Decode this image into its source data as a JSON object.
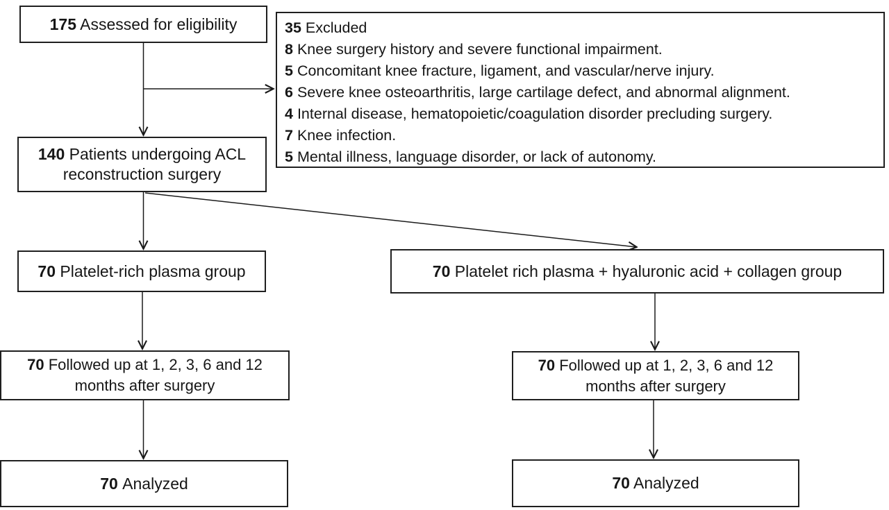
{
  "figure": {
    "type": "consort-flow-diagram",
    "background": "#ffffff",
    "line_color": "#1a1a1a"
  },
  "flow": {
    "assessed": {
      "count": "175",
      "label": "Assessed for eligibility"
    },
    "excluded": {
      "count": "35",
      "label": "Excluded",
      "reasons": [
        {
          "count": "8",
          "text": "Knee surgery history and severe functional impairment."
        },
        {
          "count": "5",
          "text": "Concomitant knee fracture, ligament, and vascular/nerve injury."
        },
        {
          "count": "6",
          "text": "Severe knee osteoarthritis, large cartilage defect, and abnormal alignment."
        },
        {
          "count": "4",
          "text": "Internal disease, hematopoietic/coagulation disorder precluding surgery."
        },
        {
          "count": "7",
          "text": "Knee infection."
        },
        {
          "count": "5",
          "text": "Mental illness, language disorder, or lack of autonomy."
        }
      ]
    },
    "surgery": {
      "count": "140",
      "label": "Patients undergoing ACL reconstruction surgery"
    },
    "group_prp": {
      "count": "70",
      "label": "Platelet-rich plasma group"
    },
    "group_prp_ha_collagen": {
      "count": "70",
      "label": "Platelet rich plasma + hyaluronic acid + collagen group"
    },
    "followup_prp": {
      "count": "70",
      "label": "Followed up at 1, 2, 3, 6 and 12 months after surgery"
    },
    "followup_prp_ha_collagen": {
      "count": "70",
      "label": "Followed up at 1, 2, 3, 6 and 12 months after surgery"
    },
    "analyzed_prp": {
      "count": "70",
      "label": "Analyzed"
    },
    "analyzed_prp_ha_collagen": {
      "count": "70",
      "label": "Analyzed"
    }
  }
}
